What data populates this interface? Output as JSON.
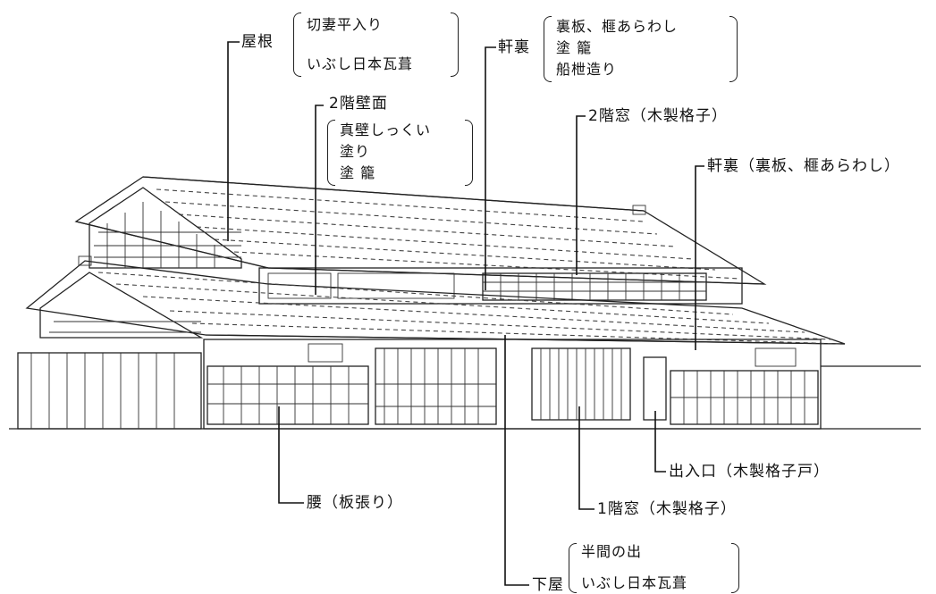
{
  "labels": {
    "yane": {
      "title": "屋根",
      "items": [
        "切妻平入り",
        "いぶし日本瓦葺"
      ]
    },
    "nokiura_top": {
      "title": "軒裏",
      "items": [
        "裏板、榧あらわし",
        "塗 籠",
        "船枻造り"
      ]
    },
    "wall2": {
      "title": "2階壁面",
      "items": [
        "真壁しっくい",
        "塗り",
        "塗 籠"
      ]
    },
    "window2": {
      "title": "2階窓（木製格子）"
    },
    "nokiura_right": {
      "title": "軒裏（裏板、榧あらわし）"
    },
    "entrance": {
      "title": "出入口（木製格子戸）"
    },
    "koshi": {
      "title": "腰（板張り）"
    },
    "window1": {
      "title": "1階窓（木製格子）"
    },
    "geya": {
      "title": "下屋",
      "items": [
        "半間の出",
        "いぶし日本瓦葺"
      ]
    }
  }
}
